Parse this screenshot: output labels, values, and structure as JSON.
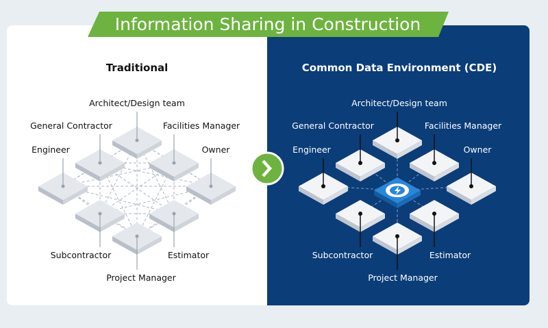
{
  "banner": {
    "title": "Information Sharing in Construction"
  },
  "left": {
    "heading": "Traditional",
    "roles": {
      "architect": "Architect/Design team",
      "general_contractor": "General Contractor",
      "facilities_manager": "Facilities Manager",
      "engineer": "Engineer",
      "owner": "Owner",
      "subcontractor": "Subcontractor",
      "estimator": "Estimator",
      "project_manager": "Project Manager"
    }
  },
  "right": {
    "heading": "Common Data Environment (CDE)",
    "hub_icon": "cde-hub-icon",
    "roles": {
      "architect": "Architect/Design team",
      "general_contractor": "General Contractor",
      "facilities_manager": "Facilities Manager",
      "engineer": "Engineer",
      "owner": "Owner",
      "subcontractor": "Subcontractor",
      "estimator": "Estimator",
      "project_manager": "Project Manager"
    }
  },
  "arrow_icon": "chevron-right-icon",
  "colors": {
    "green": "#6db33f",
    "navy": "#0b3d78",
    "hub_blue": "#1f7ad1",
    "page_bg": "#e9eef3"
  }
}
